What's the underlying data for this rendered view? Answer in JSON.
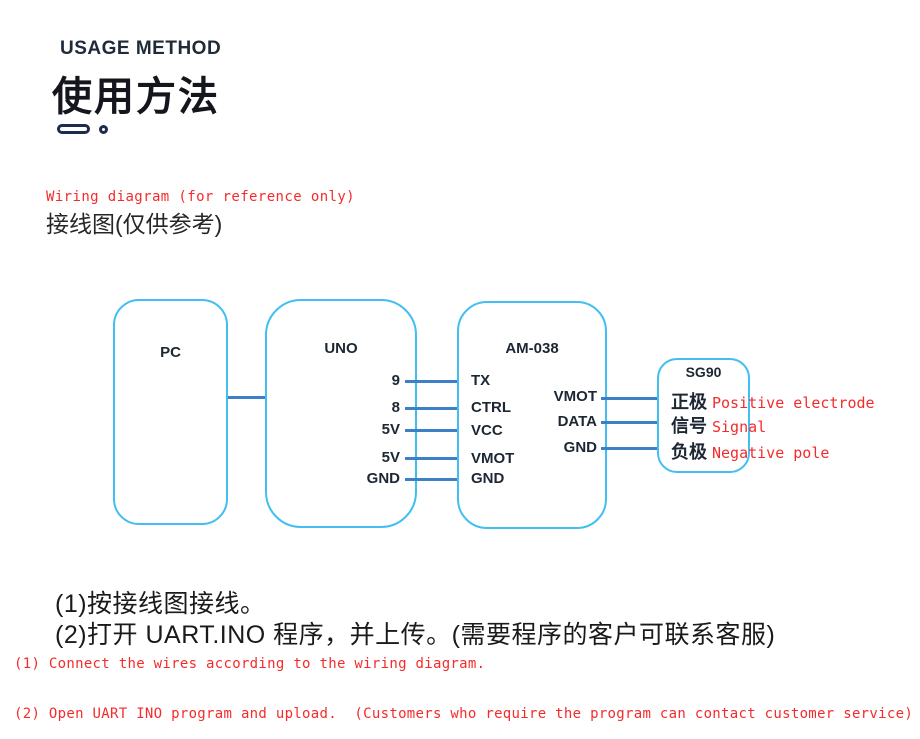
{
  "header": {
    "subtitle": "USAGE METHOD",
    "title": "使用方法"
  },
  "wiring_label": {
    "en": "Wiring diagram (for reference only)",
    "zh": "接线图(仅供参考)"
  },
  "diagram": {
    "pc": {
      "title": "PC"
    },
    "uno": {
      "title": "UNO",
      "pins": [
        "9",
        "8",
        "5V",
        "5V",
        "GND"
      ]
    },
    "am038": {
      "title": "AM-038",
      "left_pins": [
        "TX",
        "CTRL",
        "VCC",
        "VMOT",
        "GND"
      ],
      "right_pins": [
        "VMOT",
        "DATA",
        "GND"
      ]
    },
    "sg90": {
      "title": "SG90",
      "pins": [
        {
          "zh": "正极",
          "en": "Positive electrode"
        },
        {
          "zh": "信号",
          "en": "Signal"
        },
        {
          "zh": "负极",
          "en": "Negative pole"
        }
      ]
    }
  },
  "instructions": {
    "zh": [
      "(1)按接线图接线。",
      "(2)打开 UART.INO 程序，并上传。(需要程序的客户可联系客服)"
    ],
    "en": [
      "(1) Connect the wires according to the wiring diagram.",
      "(2) Open UART INO program and upload.  (Customers who require the program can contact customer service)"
    ]
  },
  "colors": {
    "accent_red": "#f52b2b",
    "box_border": "#41bef2",
    "wire_blue": "#3e80c8",
    "heading_dark": "#1d2b4e",
    "text_dark": "#222222"
  }
}
